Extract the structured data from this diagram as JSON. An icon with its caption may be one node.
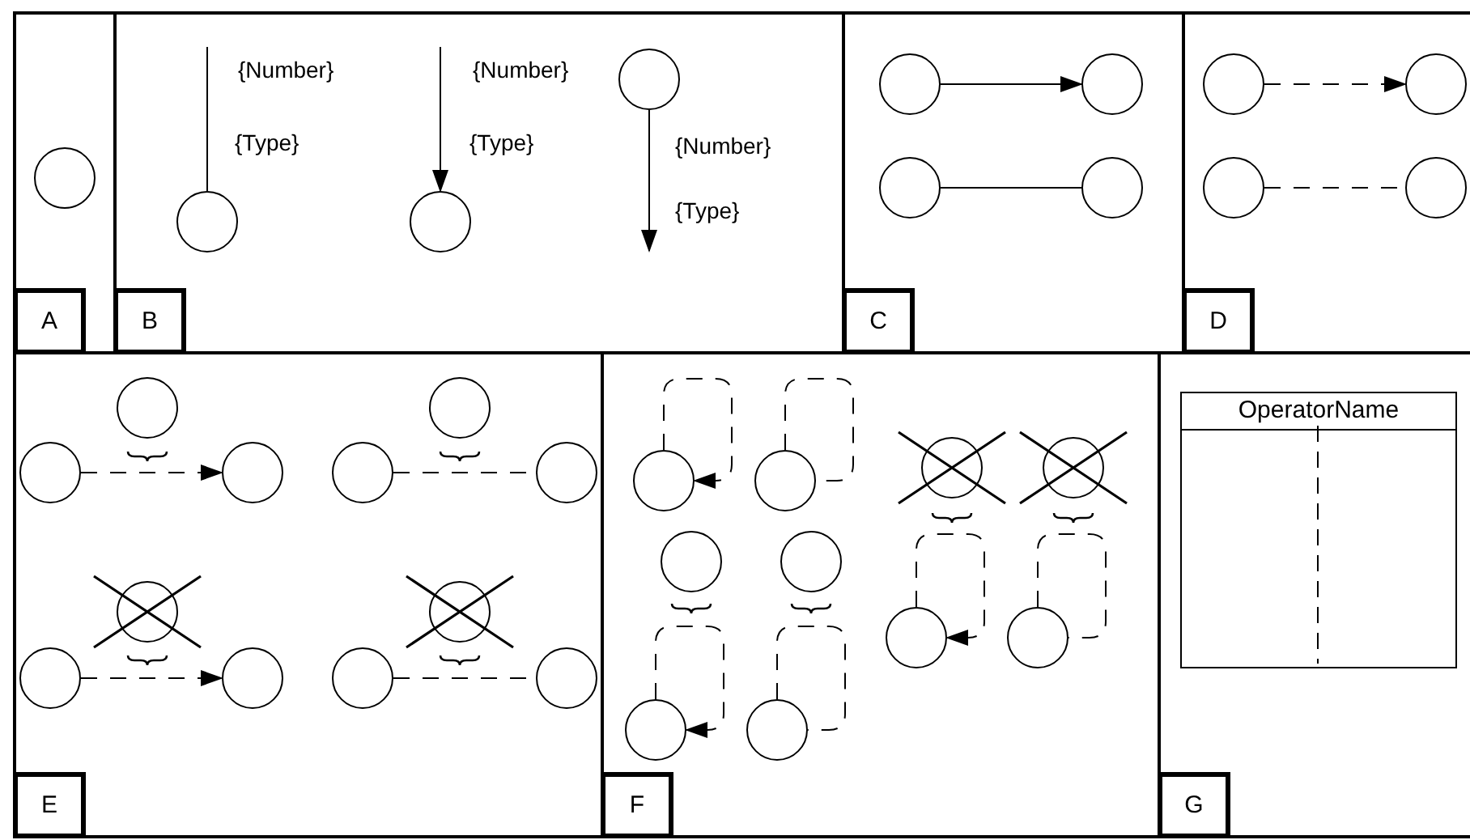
{
  "diagram": {
    "nodes": [
      {
        "text": [
          "A"
        ]
      },
      {
        "text": [
          "B"
        ]
      },
      {
        "text": [
          "C"
        ]
      },
      {
        "text": [
          "D"
        ]
      },
      {
        "text": [
          "E"
        ]
      },
      {
        "text": [
          "F"
        ]
      },
      {
        "text": [
          "G"
        ]
      },
      {
        "text": [],
        "shape": "circle",
        "in": 0
      },
      {
        "text": [],
        "shape": "circle",
        "in": 1
      },
      {
        "text": [],
        "shape": "circle",
        "in": 1
      },
      {
        "text": [],
        "shape": "circle",
        "in": 1
      },
      {
        "text": [],
        "shape": "circle",
        "in": 2
      },
      {
        "text": [],
        "shape": "circle",
        "in": 2
      },
      {
        "text": [],
        "shape": "circle",
        "in": 2
      },
      {
        "text": [],
        "shape": "circle",
        "in": 2
      },
      {
        "text": [],
        "shape": "circle",
        "in": 3
      },
      {
        "text": [],
        "shape": "circle",
        "in": 3
      },
      {
        "text": [],
        "shape": "circle",
        "in": 3
      },
      {
        "text": [],
        "shape": "circle",
        "in": 3
      },
      {
        "text": [],
        "shape": "circle",
        "in": 4
      },
      {
        "text": [],
        "shape": "circle",
        "in": 4
      },
      {
        "text": [],
        "shape": "circle",
        "in": 4
      },
      {
        "text": [],
        "shape": "circle",
        "in": 4
      },
      {
        "text": [],
        "shape": "circle",
        "in": 4
      },
      {
        "text": [],
        "shape": "circle",
        "in": 4
      },
      {
        "text": [],
        "shape": "circle",
        "in": 4
      },
      {
        "text": [],
        "shape": "circle",
        "in": 4
      },
      {
        "text": [],
        "shape": "circle",
        "in": 4
      },
      {
        "text": [],
        "shape": "circle",
        "in": 4
      },
      {
        "text": [],
        "shape": "circle",
        "in": 4
      },
      {
        "text": [],
        "shape": "circle",
        "in": 4
      },
      {
        "text": [],
        "shape": "circle",
        "in": 5
      },
      {
        "text": [],
        "shape": "circle",
        "in": 5
      },
      {
        "text": [],
        "shape": "circle",
        "in": 5
      },
      {
        "text": [],
        "shape": "circle",
        "in": 5
      },
      {
        "text": [],
        "shape": "circle",
        "in": 5
      },
      {
        "text": [],
        "shape": "circle",
        "in": 5
      },
      {
        "text": [],
        "shape": "circle",
        "in": 5
      },
      {
        "text": [],
        "shape": "circle",
        "in": 5
      },
      {
        "text": [],
        "shape": "circle",
        "in": 5
      },
      {
        "text": [],
        "shape": "circle",
        "in": 5
      },
      {
        "text": [
          "OperatorName"
        ],
        "in": 6
      }
    ],
    "edges": [
      {
        "from": null,
        "to": 8,
        "arrow": "none"
      },
      {
        "from": null,
        "to": 9,
        "arrow": "to"
      },
      {
        "from": 10,
        "to": null,
        "arrow": "to"
      },
      {
        "from": 11,
        "to": 12,
        "arrow": "to"
      },
      {
        "from": 13,
        "to": 14,
        "arrow": "none"
      },
      {
        "from": 15,
        "to": 16,
        "arrow": "to",
        "style": "dashed"
      },
      {
        "from": 17,
        "to": 18,
        "arrow": "none",
        "style": "dashed"
      },
      {
        "from": 20,
        "to": 21,
        "arrow": "to",
        "style": "dashed"
      },
      {
        "from": 23,
        "to": 24,
        "arrow": "none",
        "style": "dashed"
      },
      {
        "from": 26,
        "to": 27,
        "arrow": "to",
        "style": "dashed"
      },
      {
        "from": 29,
        "to": 30,
        "arrow": "none",
        "style": "dashed"
      },
      {
        "from": 31,
        "to": 31,
        "arrow": "to",
        "style": "dashed"
      },
      {
        "from": 32,
        "to": 32,
        "arrow": "none",
        "style": "dashed"
      },
      {
        "from": 34,
        "to": 34,
        "arrow": "to",
        "style": "dashed"
      },
      {
        "from": 36,
        "to": 36,
        "arrow": "none",
        "style": "dashed"
      },
      {
        "from": 38,
        "to": 38,
        "arrow": "to",
        "style": "dashed"
      },
      {
        "from": 40,
        "to": 40,
        "arrow": "none",
        "style": "dashed"
      }
    ],
    "labels": [
      "{Number}",
      "{Type}",
      "{Number}",
      "{Type}",
      "{Number}",
      "{Type}"
    ]
  }
}
